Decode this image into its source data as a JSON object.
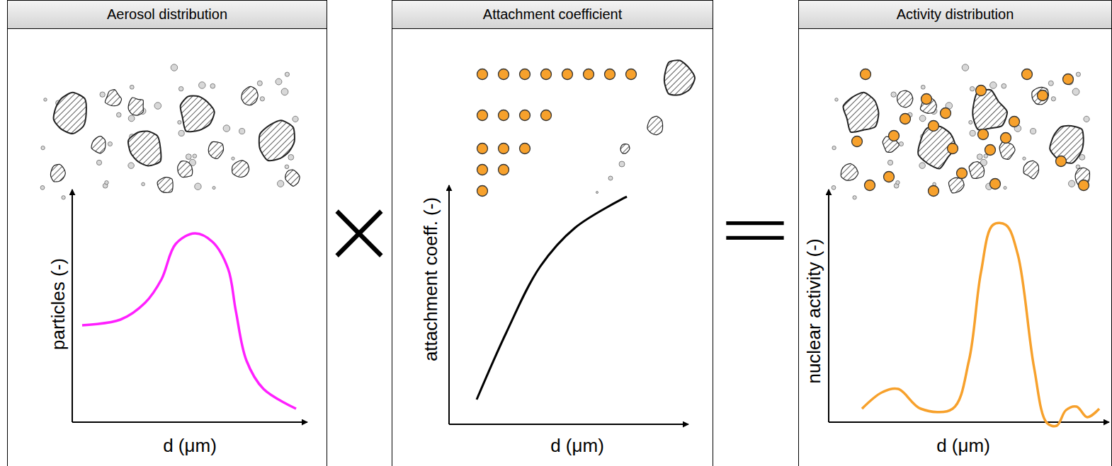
{
  "diagram": {
    "nodes": [
      {
        "text": [
          "Aerosol distribution"
        ]
      },
      {
        "text": [
          "Attachment coefficient"
        ]
      },
      {
        "text": [
          "Activity distribution"
        ]
      }
    ],
    "labels": [
      "particles (-)",
      "d (μm)",
      "×",
      "attachment coeff. (-)",
      "d (μm)",
      "=",
      "nuclear activity (-)",
      "d (μm)"
    ]
  }
}
